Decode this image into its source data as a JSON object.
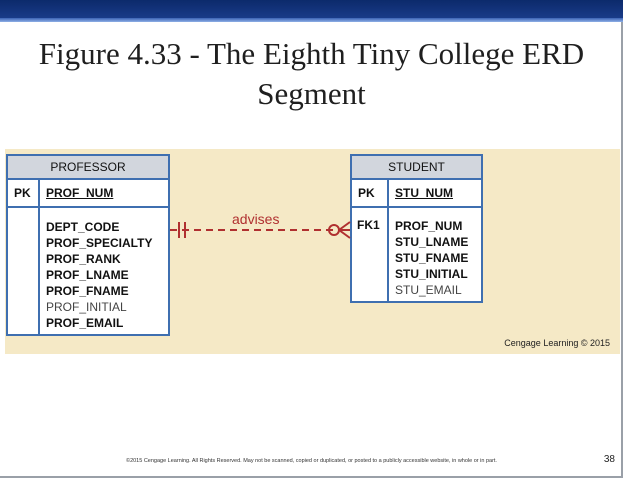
{
  "title_line1": "Figure 4.33 - The Eighth Tiny College ERD",
  "title_line2": "Segment",
  "professor": {
    "name": "PROFESSOR",
    "pk_label": "PK",
    "pk": "PROF_NUM",
    "attributes": [
      "DEPT_CODE",
      "PROF_SPECIALTY",
      "PROF_RANK",
      "PROF_LNAME",
      "PROF_FNAME",
      "PROF_INITIAL",
      "PROF_EMAIL"
    ]
  },
  "student": {
    "name": "STUDENT",
    "pk_label": "PK",
    "pk": "STU_NUM",
    "fk_label": "FK1",
    "attributes": [
      "PROF_NUM",
      "STU_LNAME",
      "STU_FNAME",
      "STU_INITIAL",
      "STU_EMAIL"
    ]
  },
  "relationship": "advises",
  "credit": "Cengage Learning © 2015",
  "footer": "©2015 Cengage Learning. All Rights Reserved. May not be scanned, copied or duplicated, or posted to a publicly accessible website, in whole or in part.",
  "page_number": "38",
  "colors": {
    "topbar": "#0c2a6b",
    "panel": "#f5e9c6",
    "entity_border": "#3f6fb0",
    "relationship": "#b03030"
  }
}
